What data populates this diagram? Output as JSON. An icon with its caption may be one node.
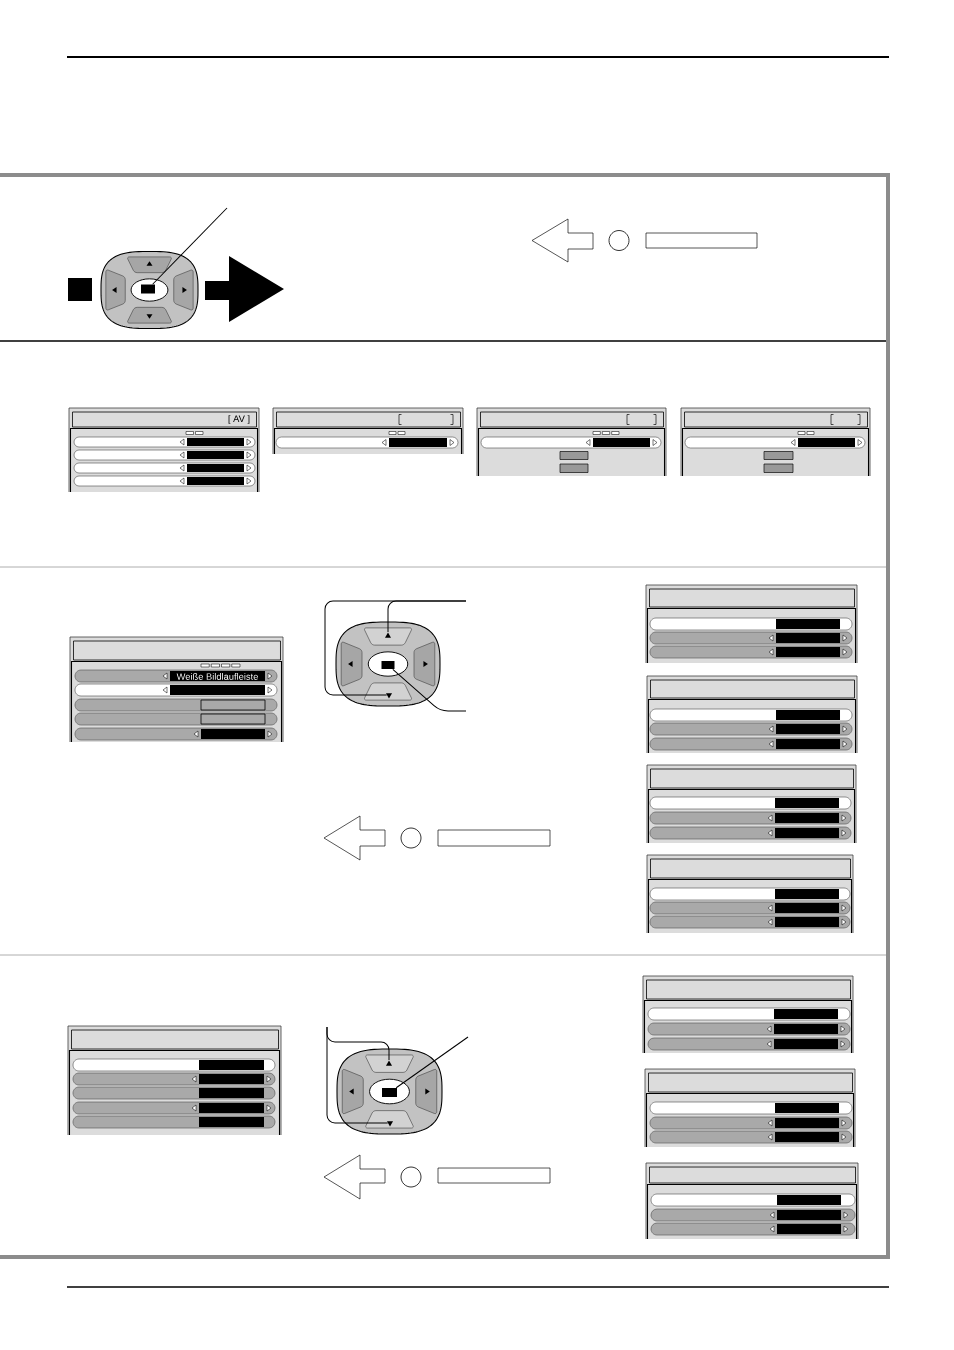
{
  "diagram": {
    "nodes": [
      {
        "text": [],
        "shape": "box"
      },
      {
        "text": [
          "[ AV ]"
        ]
      },
      {
        "text": [],
        "shape": "box"
      },
      {
        "text": [],
        "shape": "box"
      },
      {
        "text": [],
        "shape": "box"
      },
      {
        "text": [
          "Weiße Bildlaufleiste"
        ]
      },
      {
        "text": [],
        "shape": "triangle"
      },
      {
        "text": [],
        "shape": "box"
      },
      {
        "text": [],
        "shape": "triangle"
      },
      {
        "text": [],
        "shape": "box"
      },
      {
        "text": [],
        "shape": "box"
      },
      {
        "text": [],
        "shape": "box"
      },
      {
        "text": [],
        "shape": "box"
      },
      {
        "text": [],
        "shape": "box"
      },
      {
        "text": [],
        "shape": "triangle"
      },
      {
        "text": [],
        "shape": "box"
      },
      {
        "text": [],
        "shape": "triangle"
      },
      {
        "text": [],
        "shape": "box"
      },
      {
        "text": [],
        "shape": "box"
      },
      {
        "text": [],
        "shape": "box"
      }
    ],
    "edges": [
      {
        "from": null,
        "to": 0,
        "arrow": "none"
      },
      {
        "from": null,
        "to": 6,
        "arrow": "none"
      },
      {
        "from": null,
        "to": 8,
        "arrow": "none"
      },
      {
        "from": null,
        "to": 7,
        "arrow": "none"
      },
      {
        "from": null,
        "to": 14,
        "arrow": "none"
      },
      {
        "from": null,
        "to": 16,
        "arrow": "none"
      },
      {
        "from": null,
        "to": 15,
        "arrow": "none"
      }
    ]
  }
}
